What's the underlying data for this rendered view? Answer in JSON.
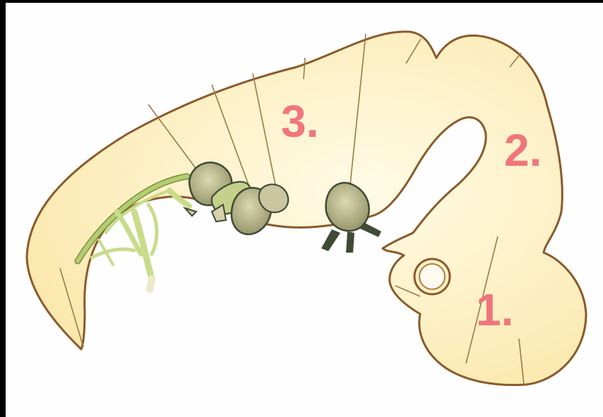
{
  "diagram": {
    "labels": [
      {
        "id": "region-1",
        "text": "1."
      },
      {
        "id": "region-2",
        "text": "2."
      },
      {
        "id": "region-3",
        "text": "3."
      }
    ],
    "colors": {
      "label": "#f0757d",
      "body_fill": "#fdf1c4",
      "body_outline": "#8a5a2a",
      "segment_line": "#9a7a48",
      "ganglion_fill": "#b8b48a",
      "ganglion_dark": "#3f4a34",
      "nerve_green": "#b4cd72",
      "background": "#fefefe",
      "frame": "#000000"
    }
  }
}
